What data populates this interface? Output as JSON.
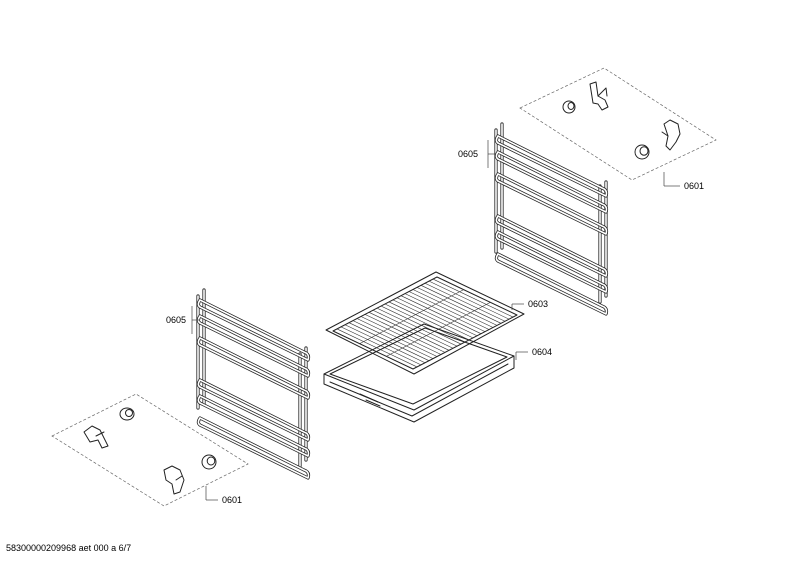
{
  "callouts": {
    "support_rail_upper": "0605",
    "support_rail_lower": "0605",
    "clip_set_upper": "0601",
    "clip_set_lower": "0601",
    "wire_rack": "0603",
    "baking_tray": "0604"
  },
  "footer": {
    "drawing_id": "58300000209968 aet 000 a 6/7"
  }
}
